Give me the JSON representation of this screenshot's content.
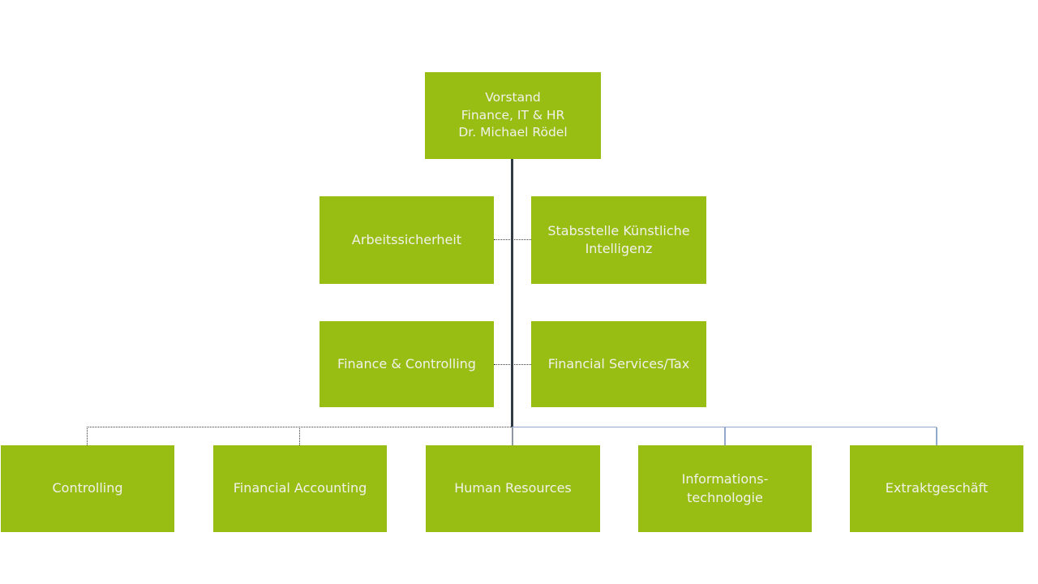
{
  "meta": {
    "description": "Organizational chart slide",
    "language": "de"
  },
  "colors": {
    "box_green": "#98BD13",
    "box_text": "#F1F1E9",
    "line_dark": "#2F3C46",
    "line_blue": "#93A9CC",
    "line_gray": "#8C98A4",
    "line_dot": "#3a3a3a",
    "canvas_bg": "#ffffff"
  },
  "chart": {
    "root": {
      "text": "Vorstand\nFinance, IT & HR\nDr. Michael Rödel"
    },
    "staff": [
      {
        "label": "Arbeitssicherheit"
      },
      {
        "label": "Stabsstelle Künstliche\nIntelligenz"
      },
      {
        "label": "Finance & Controlling"
      },
      {
        "label": "Financial Services/Tax"
      }
    ],
    "departments": [
      {
        "label": "Controlling"
      },
      {
        "label": "Financial Accounting"
      },
      {
        "label": "Human Resources"
      },
      {
        "label": "Informations-\ntechnologie"
      },
      {
        "label": "Extraktgeschäft"
      }
    ]
  }
}
